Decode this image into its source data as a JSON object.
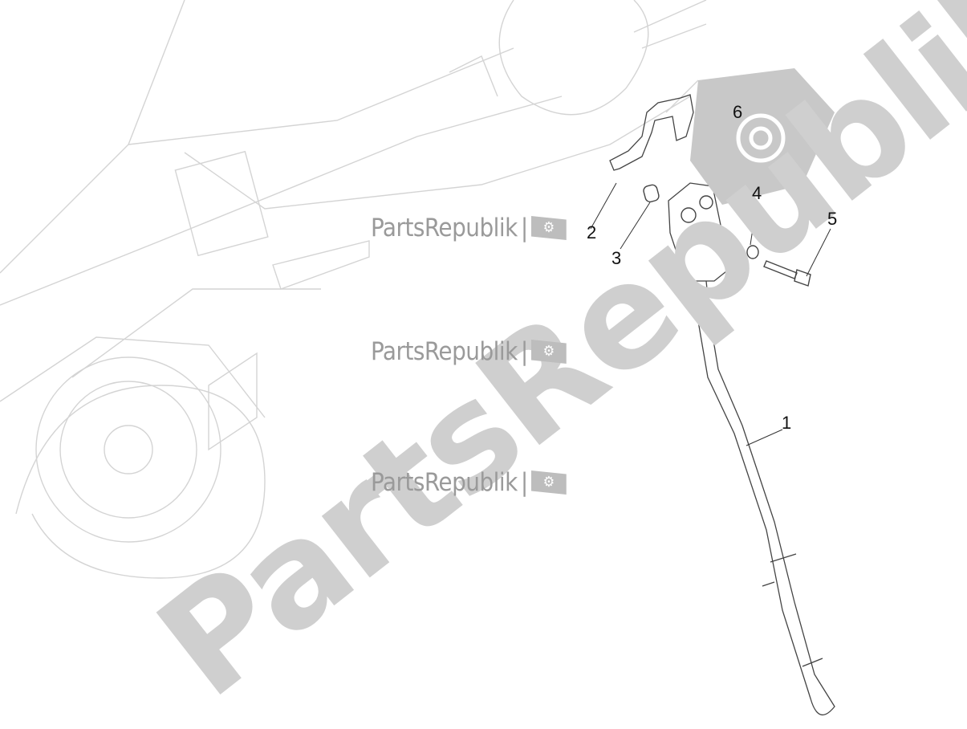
{
  "watermark": {
    "big_text": "PartsRepublik",
    "small_text": "PartsRepublik",
    "flag_icon": "gear-icon",
    "color": "#cfcfcf"
  },
  "callouts": [
    "1",
    "2",
    "3",
    "4",
    "5",
    "6"
  ]
}
